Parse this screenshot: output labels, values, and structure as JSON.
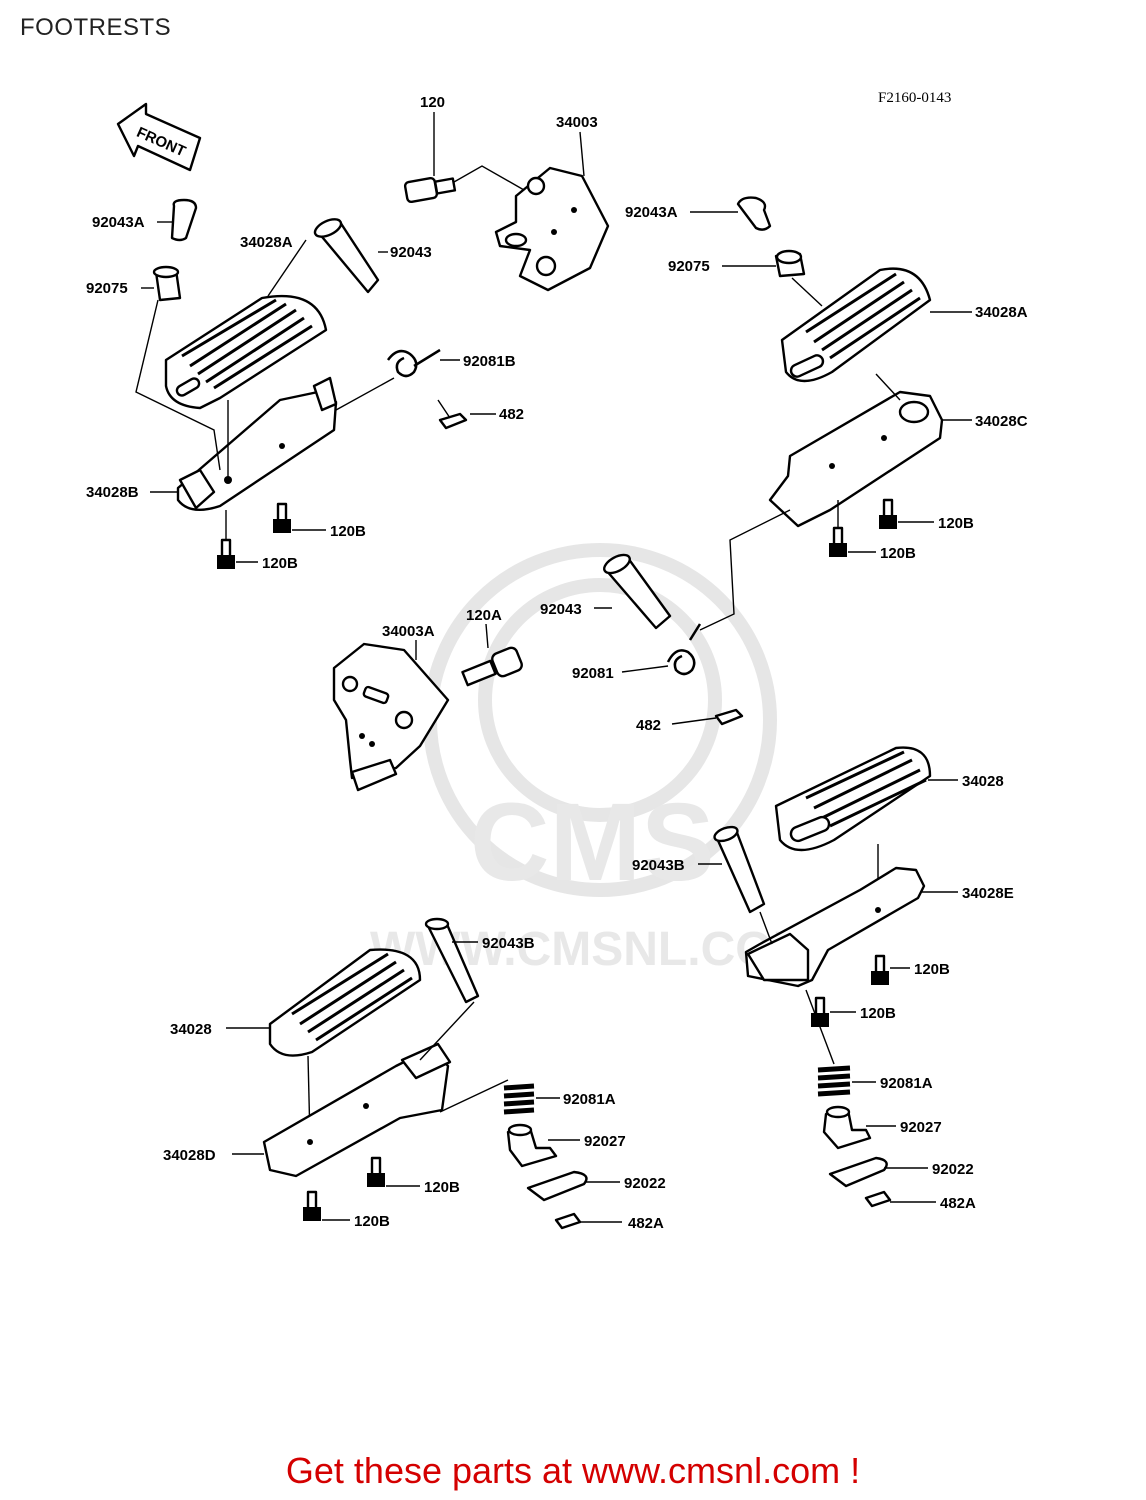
{
  "page": {
    "title": "FOOTRESTS",
    "figure_code": "F2160-0143",
    "footer": "Get these parts at www.cmsnl.com !"
  },
  "front_arrow": {
    "text": "FRONT"
  },
  "watermark": {
    "logo": "CMS",
    "url": "WWW.CMSNL.COM"
  },
  "labels": {
    "l120": "120",
    "l34003": "34003",
    "l92043A_left": "92043A",
    "l92043_top": "92043",
    "l34028A_left": "34028A",
    "l92075_left": "92075",
    "l92081B": "92081B",
    "l482_top": "482",
    "l34028B": "34028B",
    "l120B_a": "120B",
    "l120B_b": "120B",
    "l92043A_right": "92043A",
    "l92075_right": "92075",
    "l34028A_right": "34028A",
    "l34028C": "34028C",
    "l120B_c": "120B",
    "l120B_d": "120B",
    "l34003A": "34003A",
    "l120A": "120A",
    "l92043_mid": "92043",
    "l92081": "92081",
    "l482_mid": "482",
    "l34028_right": "34028",
    "l92043B_right": "92043B",
    "l34028E": "34028E",
    "l120B_e": "120B",
    "l120B_f": "120B",
    "l92081A_right": "92081A",
    "l92027_right": "92027",
    "l92022_right": "92022",
    "l482A_right": "482A",
    "l92043B_left": "92043B",
    "l34028_left": "34028",
    "l34028D": "34028D",
    "l92081A_left": "92081A",
    "l92027_left": "92027",
    "l92022_left": "92022",
    "l482A_left": "482A",
    "l120B_g": "120B",
    "l120B_h": "120B"
  }
}
